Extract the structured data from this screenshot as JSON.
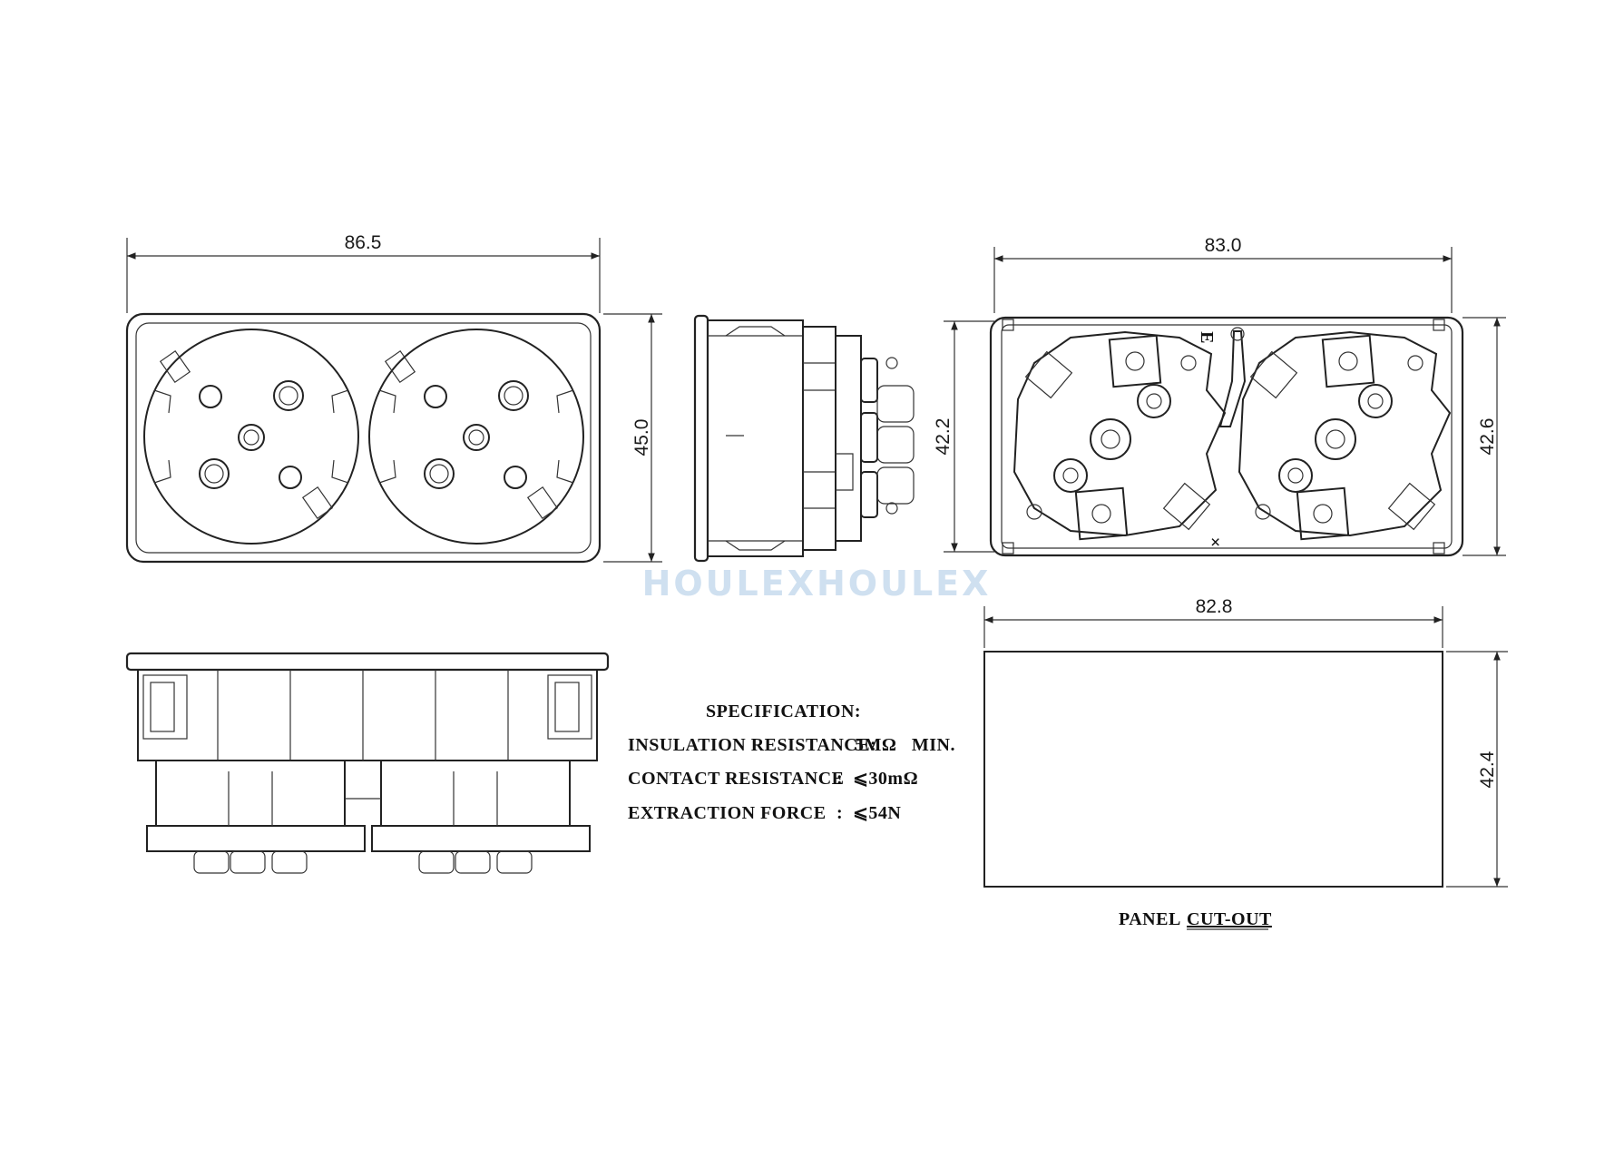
{
  "dimensions": {
    "front_width": "86.5",
    "front_height": "45.0",
    "rear_width": "83.0",
    "rear_height_left": "42.2",
    "rear_height_right": "42.6",
    "cutout_width": "82.8",
    "cutout_height": "42.4"
  },
  "specification": {
    "title": "SPECIFICATION:",
    "rows": [
      {
        "label": "INSULATION RESISTANCE:",
        "value": "5MΩ   MIN."
      },
      {
        "label": "CONTACT RESISTANCE",
        "value": ":  ⩽30mΩ"
      },
      {
        "label": "EXTRACTION FORCE",
        "value": ":  ⩽54N"
      }
    ]
  },
  "cutout": {
    "label_part1": "PANEL",
    "label_part2": "CUT-OUT"
  },
  "rear_marks": {
    "earth": "E",
    "cross": "×"
  },
  "watermark": "HOULEXHOULEX"
}
